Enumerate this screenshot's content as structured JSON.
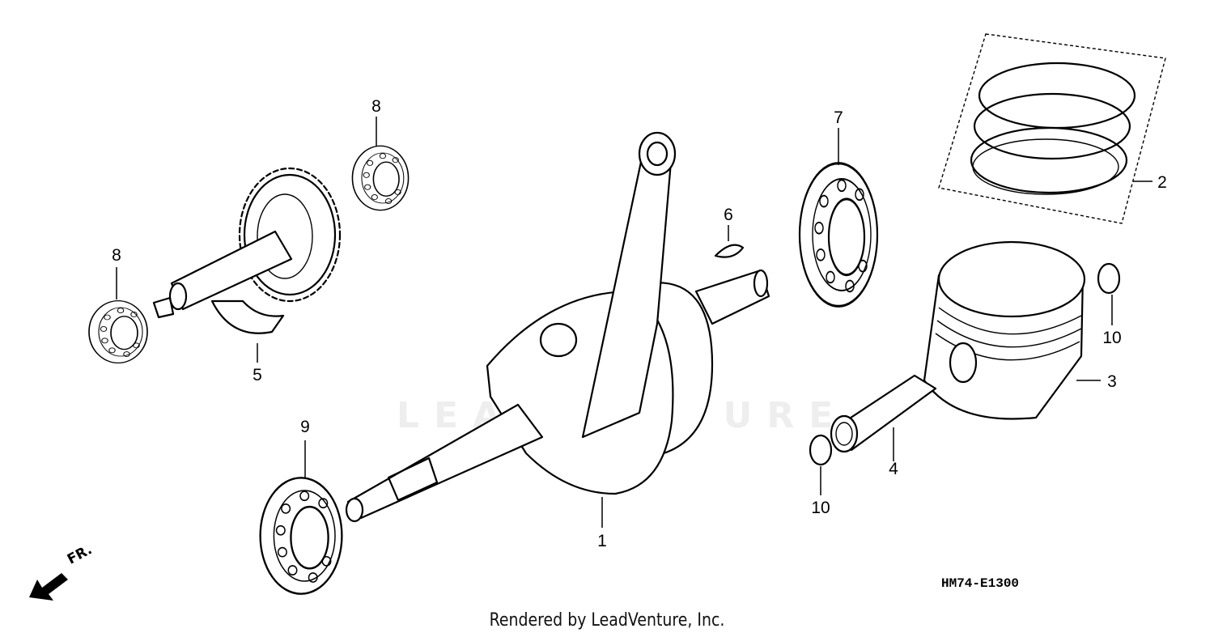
{
  "diagram_code": "HM74-E1300",
  "credit": "Rendered by LeadVenture, Inc.",
  "front_indicator": "FR.",
  "watermark": "LEADVENTURE",
  "callouts": {
    "crankshaft": "1",
    "piston_rings": "2",
    "piston": "3",
    "piston_pin": "4",
    "balancer_shaft": "5",
    "woodruff_key": "6",
    "bearing_right": "7",
    "bearing_top": "8",
    "bearing_left": "8",
    "bearing_bottom": "9",
    "clip_right": "10",
    "clip_left": "10"
  }
}
